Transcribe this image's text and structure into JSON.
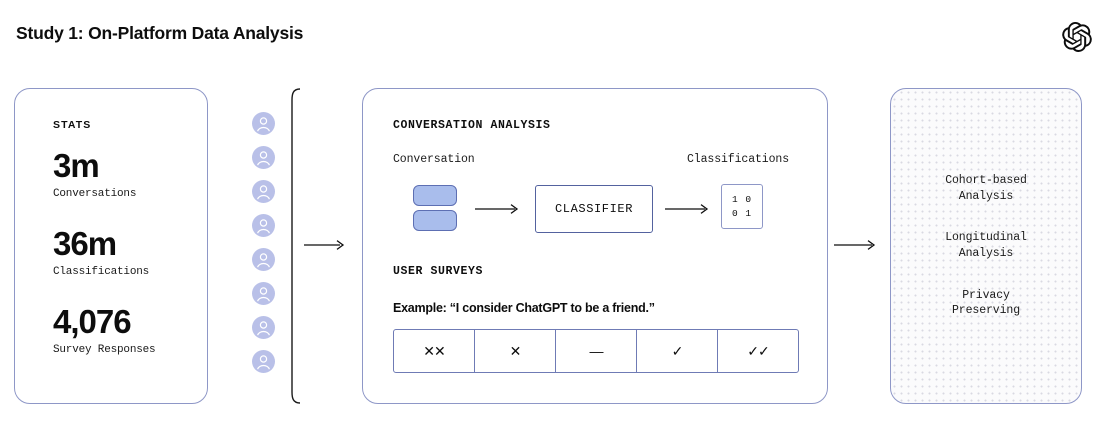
{
  "header": {
    "title": "Study 1: On-Platform Data Analysis",
    "logo_icon": "openai-logo-icon"
  },
  "stats_panel": {
    "heading": "STATS",
    "stats": [
      {
        "value": "3m",
        "label": "Conversations"
      },
      {
        "value": "36m",
        "label": "Classifications"
      },
      {
        "value": "4,076",
        "label": "Survey Responses"
      }
    ]
  },
  "users": {
    "avatar_icon": "user-avatar-icon",
    "count": 8,
    "bracket_icon": "grouping-bracket-icon",
    "arrow_icon": "arrow-right-icon"
  },
  "analysis_panel": {
    "conversation_analysis": {
      "heading": "CONVERSATION ANALYSIS",
      "source_label": "Conversation",
      "output_label": "Classifications",
      "classifier_label": "CLASSIFIER",
      "matrix_rows": [
        "1 0",
        "0 1"
      ],
      "arrow_icon": "arrow-right-icon",
      "bubble_icon": "message-bubble-icon"
    },
    "user_surveys": {
      "heading": "USER SURVEYS",
      "example": "Example: “I consider ChatGPT to be a friend.”",
      "likert_options": [
        "✕✕",
        "✕",
        "—",
        "✓",
        "✓✓"
      ]
    }
  },
  "outcomes_panel": {
    "arrow_icon": "arrow-right-icon",
    "items": [
      "Cohort-based\nAnalysis",
      "Longitudinal\nAnalysis",
      "Privacy\nPreserving"
    ]
  },
  "colors": {
    "panel_border": "#8e97c7",
    "bubble_fill": "#a9bdec",
    "bubble_border": "#5d6fb3",
    "avatar_fill": "#b9c0e8",
    "likert_border": "#6f7bb5",
    "dot_grid": "#d9d9e2",
    "text": "#0d0d0d"
  }
}
